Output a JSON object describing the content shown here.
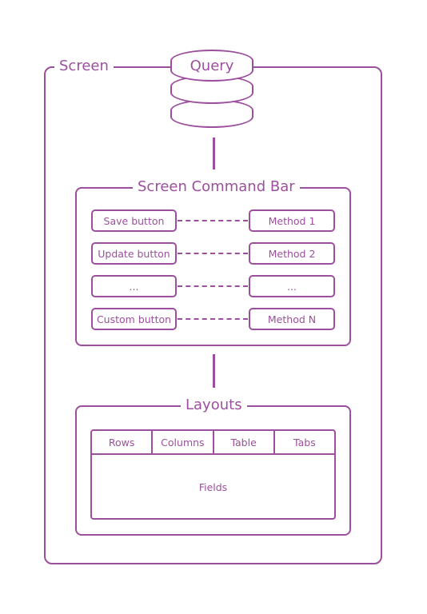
{
  "diagram": {
    "screen_label": "Screen",
    "query_label": "Query",
    "command_bar": {
      "title": "Screen Command Bar",
      "rows": [
        {
          "button": "Save button",
          "method": "Method 1"
        },
        {
          "button": "Update button",
          "method": "Method 2"
        },
        {
          "button": "...",
          "method": "..."
        },
        {
          "button": "Custom button",
          "method": "Method N"
        }
      ]
    },
    "layouts": {
      "title": "Layouts",
      "tabs": [
        "Rows",
        "Columns",
        "Table",
        "Tabs"
      ],
      "body_label": "Fields"
    },
    "colors": {
      "stroke": "#9c4f9c",
      "background": "#ffffff"
    },
    "icons": [
      "database-icon"
    ]
  }
}
